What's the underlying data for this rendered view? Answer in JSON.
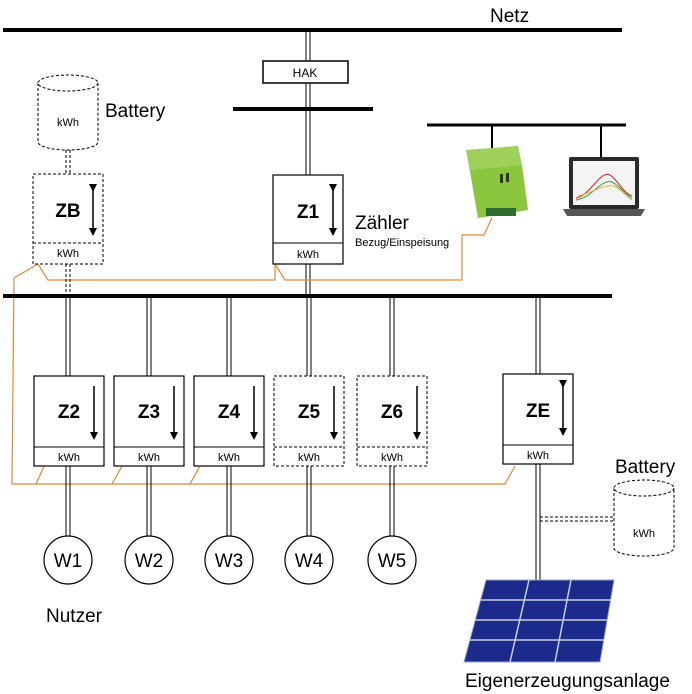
{
  "labels": {
    "grid": "Netz",
    "hak": "HAK",
    "meter_title": "Zähler",
    "meter_subtitle": "Bezug/Einspeisung",
    "battery_top": "Battery",
    "battery_right": "Battery",
    "users": "Nutzer",
    "generation": "Eigenerzeugungsanlage",
    "kwh": "kWh"
  },
  "meters": [
    {
      "id": "ZB",
      "direction": "bidirectional",
      "style": "dashed"
    },
    {
      "id": "Z1",
      "direction": "bidirectional",
      "style": "solid"
    },
    {
      "id": "Z2",
      "direction": "down",
      "style": "solid"
    },
    {
      "id": "Z3",
      "direction": "down",
      "style": "solid"
    },
    {
      "id": "Z4",
      "direction": "down",
      "style": "solid"
    },
    {
      "id": "Z5",
      "direction": "down",
      "style": "dashed"
    },
    {
      "id": "Z6",
      "direction": "down",
      "style": "dashed"
    },
    {
      "id": "ZE",
      "direction": "bidirectional",
      "style": "solid"
    }
  ],
  "consumers": [
    "W1",
    "W2",
    "W3",
    "W4",
    "W5"
  ],
  "colors": {
    "data_line": "#e08a3a",
    "panel": "#1c2a8c",
    "gateway": "#8cc63f"
  }
}
